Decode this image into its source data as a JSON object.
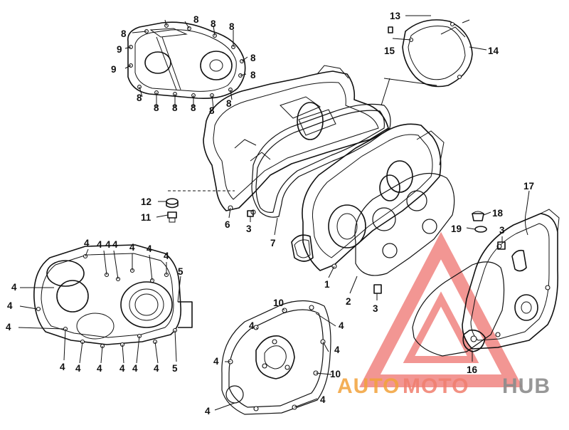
{
  "watermark": {
    "part1": "AUTO",
    "part2": "MOTO",
    "part3": "HUB"
  },
  "callouts": {
    "c1": "1",
    "c2": "2",
    "c3a": "3",
    "c3b": "3",
    "c3c": "3",
    "c4a": "4",
    "c4b": "4",
    "c4c": "4",
    "c4d": "4",
    "c4e": "4",
    "c4f": "4",
    "c4g": "4",
    "c4h": "4",
    "c4i": "4",
    "c4j": "4",
    "c4k": "4",
    "c4l": "4",
    "c4m": "4",
    "c4n": "4",
    "c4o": "4",
    "c4p": "4",
    "c4q": "4",
    "c4r": "4",
    "c4s": "4",
    "c4t": "4",
    "c4u": "4",
    "c5a": "5",
    "c5b": "5",
    "c6": "6",
    "c7": "7",
    "c8a": "8",
    "c8b": "8",
    "c8c": "8",
    "c8d": "8",
    "c8e": "8",
    "c8f": "8",
    "c8g": "8",
    "c8h": "8",
    "c8i": "8",
    "c8j": "8",
    "c8k": "8",
    "c8l": "8",
    "c9a": "9",
    "c9b": "9",
    "c10a": "10",
    "c10b": "10",
    "c11": "11",
    "c12": "12",
    "c13": "13",
    "c14": "14",
    "c15": "15",
    "c16": "16",
    "c17": "17",
    "c18": "18",
    "c19": "19"
  },
  "colors": {
    "line": "#111111",
    "watermark_red": "#e8403a",
    "watermark_orange": "#f2a23a",
    "watermark_gray": "#8c8c8c"
  }
}
